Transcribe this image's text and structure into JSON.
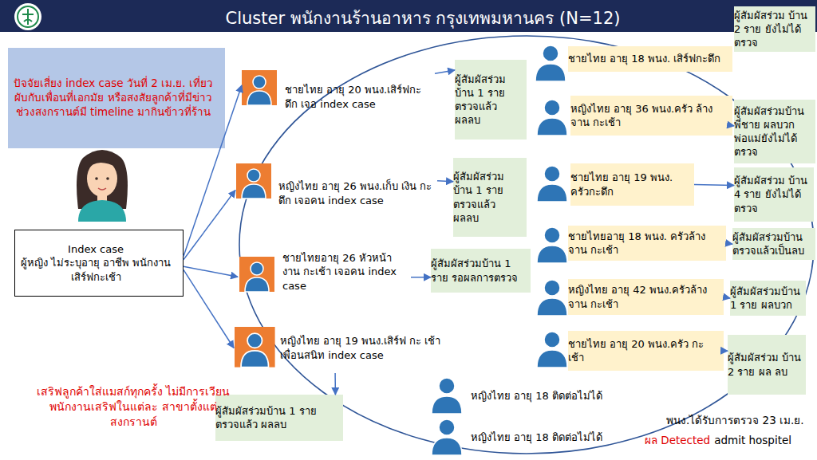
{
  "diagram": {
    "title": "Cluster พนักงานร้านอาหาร กรุงเทพมหานคร (N=12)",
    "nodes": [
      {
        "text": [
          "ปัจจัยเสี่ยง index case วันที่ 2 เม.ย. เที่ยวผับกับเพื่อนที่เอกมัย หรือสงสัยลูกค้าที่มีข่าวช่วงสงกรานต์มี timeline มากินข้าวที่ร้าน"
        ]
      },
      {
        "text": [
          "Index case",
          "ผู้หญิง ไม่ระบุอายุ อาชีพ พนักงานเสิร์ฟกะเช้า"
        ]
      },
      {
        "text": [
          "ชายไทย อายุ 20 พนง.เสิร์ฟกะดึก เจอ index case"
        ]
      },
      {
        "text": [
          "ผู้สัมผัสร่วม บ้าน 1 ราย ตรวจแล้ว ผลลบ"
        ]
      },
      {
        "text": [
          "หญิงไทย อายุ 26 พนง.เก็บ เงิน กะดึก เจอคน index case"
        ]
      },
      {
        "text": [
          "ผู้สัมผัสร่วม บ้าน 1 ราย ตรวจแล้ว ผลลบ"
        ]
      },
      {
        "text": [
          "ชายไทยอายุ 26 หัวหน้างาน กะเช้า เจอคน index case"
        ]
      },
      {
        "text": [
          "ผู้สัมผัสร่วมบ้าน 1 ราย รอผลการตรวจ"
        ]
      },
      {
        "text": [
          "หญิงไทย อายุ 19 พนง.เสิร์ฟ กะ เช้า เพื่อนสนิท index case"
        ]
      },
      {
        "text": [
          "ผู้สัมผัสร่วมบ้าน 1 ราย ตรวจแล้ว ผลลบ"
        ]
      },
      {
        "text": [
          "ชายไทย อายุ 18 พนง. เสิร์ฟกะดึก"
        ]
      },
      {
        "text": [
          "ผู้สัมผัสร่วม บ้าน 2 ราย ยังไม่ได้ตรวจ"
        ]
      },
      {
        "text": [
          "หญิงไทย อายุ 36 พนง.ครัว ล้างจาน กะเช้า"
        ]
      },
      {
        "text": [
          "ผู้สัมผัสร่วมบ้าน พี่ชาย ผลบวก พ่อแม่ยังไม่ได้ ตรวจ"
        ]
      },
      {
        "text": [
          "ชายไทย อายุ 19 พนง. ครัวกะดึก"
        ]
      },
      {
        "text": [
          "ผู้สัมผัสร่วม บ้าน 4 ราย ยังไม่ได้ตรวจ"
        ]
      },
      {
        "text": [
          "ชายไทยอายุ 18 พนง. ครัวล้าง จาน กะเช้า"
        ]
      },
      {
        "text": [
          "ผู้สัมผัสร่วมบ้าน ตรวจแล้วเป็นลบ"
        ]
      },
      {
        "text": [
          "หญิงไทย อายุ 42 พนง.ครัวล้าง จาน กะเช้า"
        ]
      },
      {
        "text": [
          "ผู้สัมผัสร่วมบ้าน 1 ราย ผลบวก"
        ]
      },
      {
        "text": [
          "ชายไทย อายุ 20 พนง.ครัว กะเช้า"
        ]
      },
      {
        "text": [
          "ผู้สัมผัสร่วม บ้าน 2 ราย ผล ลบ"
        ]
      },
      {
        "text": [
          "หญิงไทย อายุ 18 ติดต่อไม่ได้"
        ]
      },
      {
        "text": [
          "หญิงไทย อายุ 18 ติดต่อไม่ได้"
        ]
      }
    ],
    "edges": [
      {
        "from": 1,
        "to": 2,
        "arrow": "to"
      },
      {
        "from": 1,
        "to": 4,
        "arrow": "to"
      },
      {
        "from": 1,
        "to": 6,
        "arrow": "to"
      },
      {
        "from": 1,
        "to": 8,
        "arrow": "to"
      },
      {
        "from": 2,
        "to": 3,
        "arrow": "to"
      },
      {
        "from": 4,
        "to": 5,
        "arrow": "to"
      },
      {
        "from": 6,
        "to": 7,
        "arrow": "to"
      },
      {
        "from": 8,
        "to": 9,
        "arrow": "to"
      },
      {
        "from": 12,
        "to": 13,
        "arrow": "to"
      },
      {
        "from": 14,
        "to": 15,
        "arrow": "to"
      },
      {
        "from": 16,
        "to": 17,
        "arrow": "to"
      },
      {
        "from": 18,
        "to": 19,
        "arrow": "to"
      },
      {
        "from": 20,
        "to": 21,
        "arrow": "to"
      }
    ],
    "labels": [
      "เสริฟลูกค้าใส่แมสก์ทุกครั้ง ไม่มีการเวียนพนักงานเสริฟในแต่ละ สาขาตั้งแต่สงกรานต์",
      "พนง.ได้รับการตรวจ 23 เม.ย.",
      "ผล Detected",
      "admit hospitel"
    ]
  }
}
